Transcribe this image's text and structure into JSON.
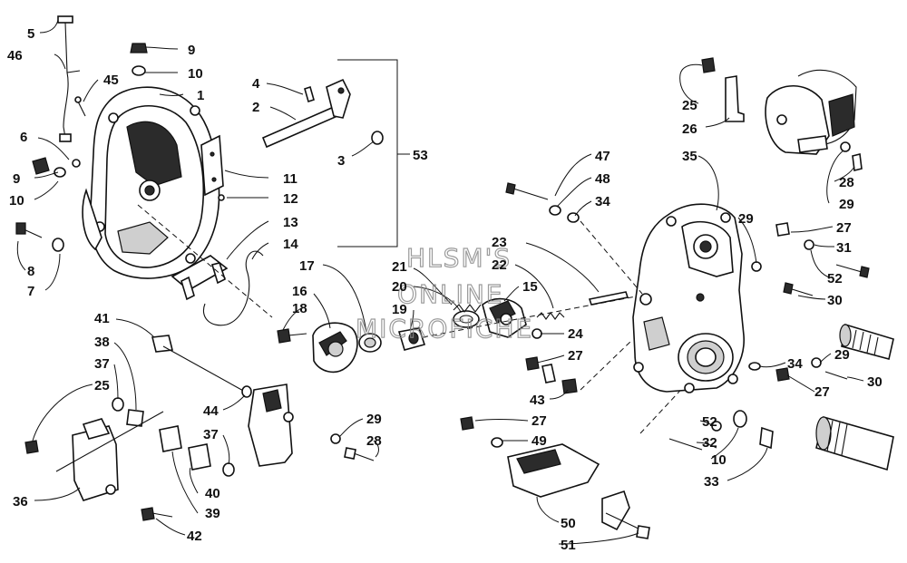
{
  "watermark": {
    "line1": "HLSM'S",
    "line2": "ONLINE",
    "line3": "MICROFICHE"
  },
  "callouts": [
    {
      "id": "c5",
      "text": "5"
    },
    {
      "id": "c46",
      "text": "46"
    },
    {
      "id": "c45",
      "text": "45"
    },
    {
      "id": "c1",
      "text": "1"
    },
    {
      "id": "c9a",
      "text": "9"
    },
    {
      "id": "c10a",
      "text": "10"
    },
    {
      "id": "c4",
      "text": "4"
    },
    {
      "id": "c2",
      "text": "2"
    },
    {
      "id": "c3",
      "text": "3"
    },
    {
      "id": "c53",
      "text": "53"
    },
    {
      "id": "c6",
      "text": "6"
    },
    {
      "id": "c9b",
      "text": "9"
    },
    {
      "id": "c10b",
      "text": "10"
    },
    {
      "id": "c11",
      "text": "11"
    },
    {
      "id": "c12",
      "text": "12"
    },
    {
      "id": "c13",
      "text": "13"
    },
    {
      "id": "c14",
      "text": "14"
    },
    {
      "id": "c8",
      "text": "8"
    },
    {
      "id": "c7",
      "text": "7"
    },
    {
      "id": "c17",
      "text": "17"
    },
    {
      "id": "c16",
      "text": "16"
    },
    {
      "id": "c18",
      "text": "18"
    },
    {
      "id": "c21",
      "text": "21"
    },
    {
      "id": "c20",
      "text": "20"
    },
    {
      "id": "c19",
      "text": "19"
    },
    {
      "id": "c15",
      "text": "15"
    },
    {
      "id": "c22",
      "text": "22"
    },
    {
      "id": "c23",
      "text": "23"
    },
    {
      "id": "c24",
      "text": "24"
    },
    {
      "id": "c27a",
      "text": "27"
    },
    {
      "id": "c43",
      "text": "43"
    },
    {
      "id": "c47",
      "text": "47"
    },
    {
      "id": "c48",
      "text": "48"
    },
    {
      "id": "c34a",
      "text": "34"
    },
    {
      "id": "c35",
      "text": "35"
    },
    {
      "id": "c25a",
      "text": "25"
    },
    {
      "id": "c26",
      "text": "26"
    },
    {
      "id": "c28a",
      "text": "28"
    },
    {
      "id": "c29a",
      "text": "29"
    },
    {
      "id": "c29b",
      "text": "29"
    },
    {
      "id": "c27b",
      "text": "27"
    },
    {
      "id": "c31",
      "text": "31"
    },
    {
      "id": "c52a",
      "text": "52"
    },
    {
      "id": "c30a",
      "text": "30"
    },
    {
      "id": "c34b",
      "text": "34"
    },
    {
      "id": "c29c",
      "text": "29"
    },
    {
      "id": "c30b",
      "text": "30"
    },
    {
      "id": "c27c",
      "text": "27"
    },
    {
      "id": "c52b",
      "text": "52"
    },
    {
      "id": "c32",
      "text": "32"
    },
    {
      "id": "c10c",
      "text": "10"
    },
    {
      "id": "c33",
      "text": "33"
    },
    {
      "id": "c41",
      "text": "41"
    },
    {
      "id": "c38",
      "text": "38"
    },
    {
      "id": "c37a",
      "text": "37"
    },
    {
      "id": "c25b",
      "text": "25"
    },
    {
      "id": "c44",
      "text": "44"
    },
    {
      "id": "c37b",
      "text": "37"
    },
    {
      "id": "c29d",
      "text": "29"
    },
    {
      "id": "c28b",
      "text": "28"
    },
    {
      "id": "c36",
      "text": "36"
    },
    {
      "id": "c40",
      "text": "40"
    },
    {
      "id": "c39",
      "text": "39"
    },
    {
      "id": "c42",
      "text": "42"
    },
    {
      "id": "c27d",
      "text": "27"
    },
    {
      "id": "c49",
      "text": "49"
    },
    {
      "id": "c50",
      "text": "50"
    },
    {
      "id": "c51",
      "text": "51"
    }
  ]
}
